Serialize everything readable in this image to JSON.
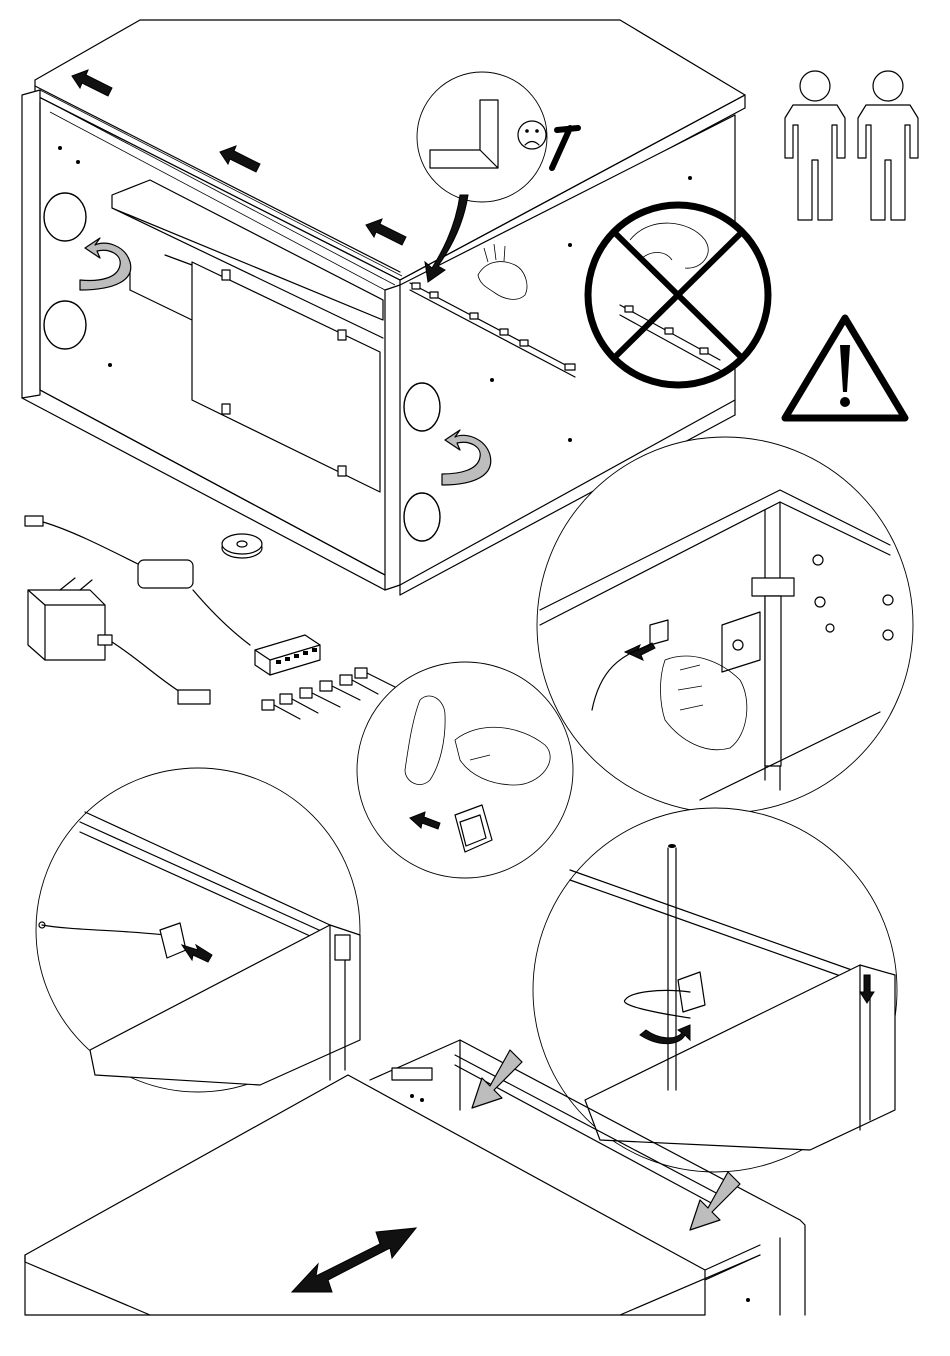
{
  "title": "",
  "assembly_steps": [
    {
      "step": "cabinet-overview",
      "persons_required": 2,
      "warnings": [
        "no-sharp-corner",
        "do-not-bend-strip",
        "caution"
      ]
    },
    {
      "step": "led-kit-parts",
      "parts": [
        "power-adapter",
        "driver-box",
        "distribution-hub",
        "adhesive-clips",
        "led-tape-roll"
      ]
    },
    {
      "step": "attach-clip-to-cabinet"
    },
    {
      "step": "peel-clip-backing"
    },
    {
      "step": "press-clip-under-top"
    },
    {
      "step": "route-cable-through-clip"
    },
    {
      "step": "slide-top-panel-on"
    }
  ],
  "colors": {
    "line": "#000000",
    "arrow_fill": "#bdbdbd",
    "background": "#ffffff"
  },
  "icons": [
    "arrow-left-icon",
    "curved-arrow-icon",
    "two-persons-icon",
    "prohibited-icon",
    "warning-triangle-icon",
    "sad-face-icon",
    "cross-mark-icon"
  ]
}
